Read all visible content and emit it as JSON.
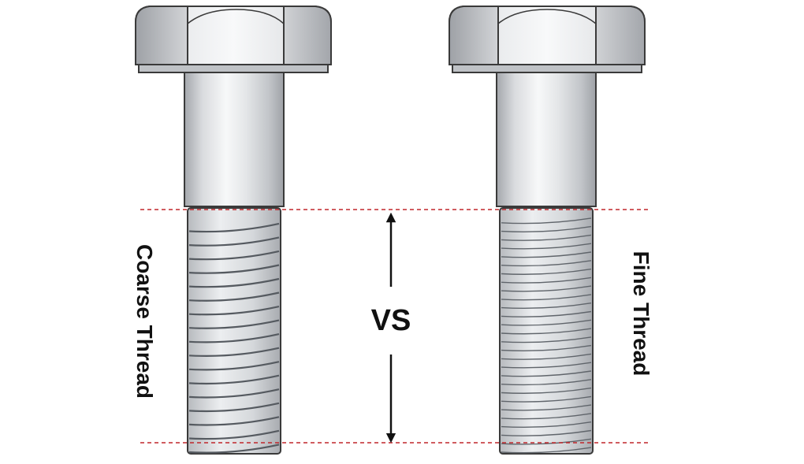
{
  "labels": {
    "left_bolt": "Coarse Thread",
    "right_bolt": "Fine Thread",
    "center": "VS"
  },
  "colors": {
    "guide_line": "#c0262b",
    "arrow": "#111111",
    "outline": "#3a3a3a",
    "metal_light": "#f4f5f7",
    "metal_mid": "#cfd2d6",
    "metal_dark": "#9a9da2"
  },
  "threads": {
    "coarse_turns": 17,
    "fine_turns": 28
  }
}
